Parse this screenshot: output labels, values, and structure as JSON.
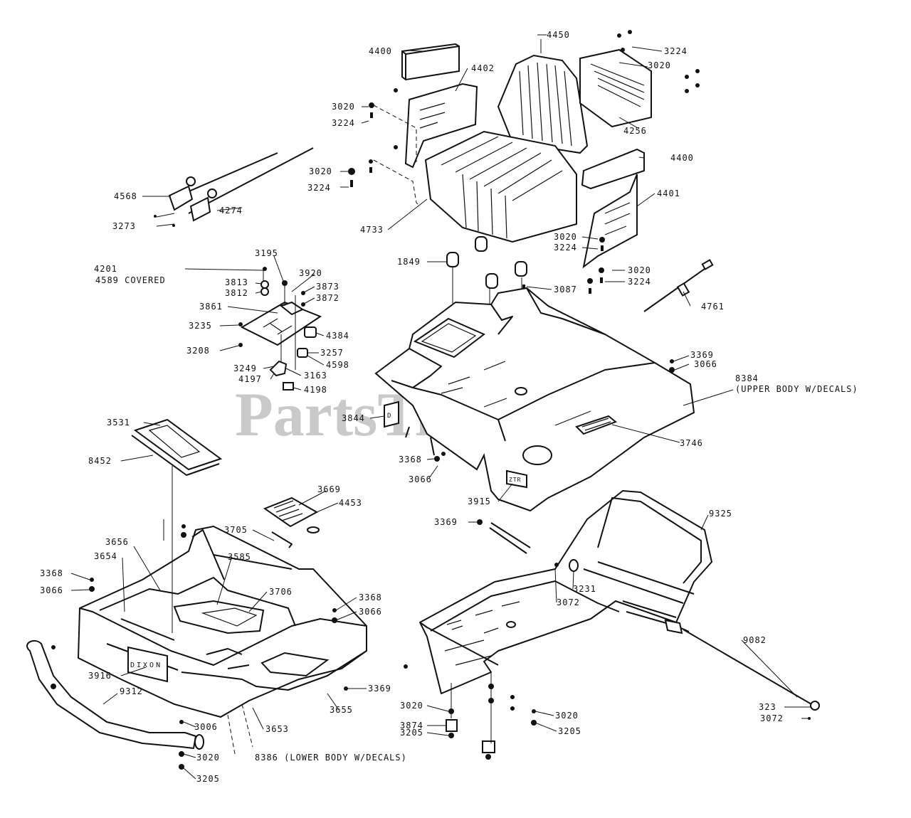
{
  "watermark": "PartsTree",
  "labels": [
    {
      "id": "l1",
      "text": "4400"
    },
    {
      "id": "l2",
      "text": "4450"
    },
    {
      "id": "l3",
      "text": "3224"
    },
    {
      "id": "l4",
      "text": "3020"
    },
    {
      "id": "l5",
      "text": "4402"
    },
    {
      "id": "l6",
      "text": "3020"
    },
    {
      "id": "l7",
      "text": "3224"
    },
    {
      "id": "l8",
      "text": "4256"
    },
    {
      "id": "l9",
      "text": "4400"
    },
    {
      "id": "l10",
      "text": "3020"
    },
    {
      "id": "l11",
      "text": "3224"
    },
    {
      "id": "l12",
      "text": "4401"
    },
    {
      "id": "l13",
      "text": "4568"
    },
    {
      "id": "l14",
      "text": "4274"
    },
    {
      "id": "l15",
      "text": "3273"
    },
    {
      "id": "l16",
      "text": "4733"
    },
    {
      "id": "l17",
      "text": "3020"
    },
    {
      "id": "l18",
      "text": "3224"
    },
    {
      "id": "l19",
      "text": "3020"
    },
    {
      "id": "l20",
      "text": "3224"
    },
    {
      "id": "l21",
      "text": "1849"
    },
    {
      "id": "l22",
      "text": "3087"
    },
    {
      "id": "l23",
      "text": "4201"
    },
    {
      "id": "l24",
      "text": "4589 COVERED"
    },
    {
      "id": "l25",
      "text": "3195"
    },
    {
      "id": "l26",
      "text": "3920"
    },
    {
      "id": "l27",
      "text": "3813"
    },
    {
      "id": "l28",
      "text": "3873"
    },
    {
      "id": "l29",
      "text": "3812"
    },
    {
      "id": "l30",
      "text": "3872"
    },
    {
      "id": "l31",
      "text": "3861"
    },
    {
      "id": "l32",
      "text": "3235"
    },
    {
      "id": "l33",
      "text": "4384"
    },
    {
      "id": "l34",
      "text": "3208"
    },
    {
      "id": "l35",
      "text": "3257"
    },
    {
      "id": "l36",
      "text": "4598"
    },
    {
      "id": "l37",
      "text": "3249"
    },
    {
      "id": "l38",
      "text": "3163"
    },
    {
      "id": "l39",
      "text": "4197"
    },
    {
      "id": "l40",
      "text": "4198"
    },
    {
      "id": "l41",
      "text": "4761"
    },
    {
      "id": "l42",
      "text": "3369"
    },
    {
      "id": "l43",
      "text": "3066"
    },
    {
      "id": "l44",
      "text": "8384"
    },
    {
      "id": "l45",
      "text": "(UPPER BODY W/DECALS)"
    },
    {
      "id": "l46",
      "text": "3844"
    },
    {
      "id": "l47",
      "text": "3746"
    },
    {
      "id": "l48",
      "text": "3368"
    },
    {
      "id": "l49",
      "text": "3066"
    },
    {
      "id": "l50",
      "text": "3531"
    },
    {
      "id": "l51",
      "text": "8452"
    },
    {
      "id": "l52",
      "text": "3915"
    },
    {
      "id": "l53",
      "text": "3669"
    },
    {
      "id": "l54",
      "text": "4453"
    },
    {
      "id": "l55",
      "text": "3369"
    },
    {
      "id": "l56",
      "text": "9325"
    },
    {
      "id": "l57",
      "text": "3705"
    },
    {
      "id": "l58",
      "text": "3656"
    },
    {
      "id": "l59",
      "text": "3654"
    },
    {
      "id": "l60",
      "text": "3585"
    },
    {
      "id": "l61",
      "text": "3368"
    },
    {
      "id": "l62",
      "text": "3066"
    },
    {
      "id": "l63",
      "text": "3231"
    },
    {
      "id": "l64",
      "text": "3706"
    },
    {
      "id": "l65",
      "text": "3072"
    },
    {
      "id": "l66",
      "text": "3368"
    },
    {
      "id": "l67",
      "text": "3066"
    },
    {
      "id": "l68",
      "text": "9082"
    },
    {
      "id": "l69",
      "text": "3916"
    },
    {
      "id": "l70",
      "text": "9312"
    },
    {
      "id": "l71",
      "text": "3369"
    },
    {
      "id": "l72",
      "text": "3655"
    },
    {
      "id": "l73",
      "text": "3020"
    },
    {
      "id": "l74",
      "text": "3020"
    },
    {
      "id": "l75",
      "text": "323"
    },
    {
      "id": "l76",
      "text": "3874"
    },
    {
      "id": "l77",
      "text": "3072"
    },
    {
      "id": "l78",
      "text": "3006"
    },
    {
      "id": "l79",
      "text": "3205"
    },
    {
      "id": "l80",
      "text": "3205"
    },
    {
      "id": "l81",
      "text": "3653"
    },
    {
      "id": "l82",
      "text": "3020"
    },
    {
      "id": "l83",
      "text": "8386 (LOWER BODY W/DECALS)"
    },
    {
      "id": "l84",
      "text": "3205"
    }
  ],
  "badges": {
    "lower_body_logo": "DIXON",
    "upper_body_badge": "ZTR",
    "side_logo": "D"
  }
}
